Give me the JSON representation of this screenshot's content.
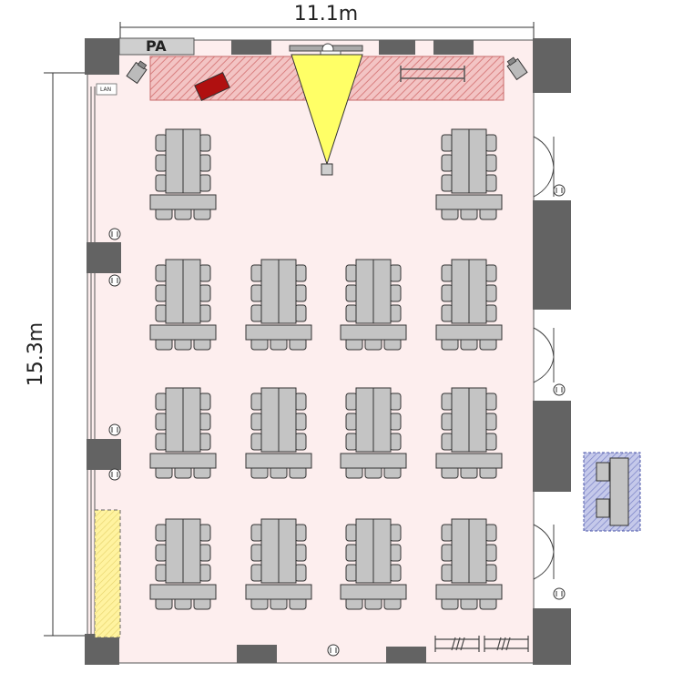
{
  "dimensions": {
    "width_label": "11.1m",
    "height_label": "15.3m"
  },
  "labels": {
    "pa": "PA",
    "lan": "LAN"
  },
  "layout": {
    "table_group_rows": [
      {
        "row": "row-1",
        "columns": [
          "col-1",
          "col-4"
        ]
      },
      {
        "row": "row-2",
        "columns": [
          "col-1",
          "col-2",
          "col-3",
          "col-4"
        ]
      },
      {
        "row": "row-3",
        "columns": [
          "col-1",
          "col-2",
          "col-3",
          "col-4"
        ]
      },
      {
        "row": "row-4",
        "columns": [
          "col-1",
          "col-2",
          "col-3",
          "col-4"
        ]
      }
    ],
    "chairs_per_long_side": 3,
    "chairs_front": 3
  },
  "colors": {
    "wall": "#636363",
    "floor": "#fdeeee",
    "stage": "#f0b4b4",
    "stage_hatch": "#d98080",
    "projection_beam": "#ffff66",
    "table": "#c4c4c4",
    "chair": "#c4c4c4",
    "outline": "#333333",
    "podium": "#b01010",
    "storage_zone": "#fff3a0",
    "external_unit": "#c5c9ea"
  }
}
